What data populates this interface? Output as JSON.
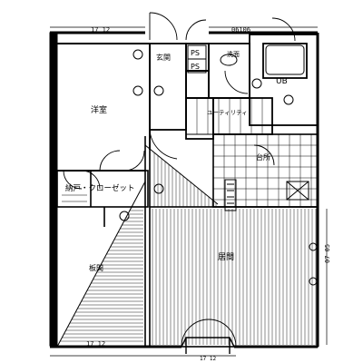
{
  "rooms": {
    "western_room": "洋室",
    "entrance": "玄関",
    "washroom": "洗面",
    "utility": "ユーティリティ",
    "kitchen": "台所",
    "walk_in_closet": "納戸・クローゼット",
    "living": "居間",
    "tatami": "板間"
  },
  "labels": {
    "pipe_space_1": "PS",
    "pipe_space_2": "PS",
    "unit_bath": "UB"
  },
  "dimensions": {
    "top_left": "17 12",
    "top_right": "06106",
    "bottom_left": "17 12",
    "bottom_center": "17 12",
    "right_side": "07 05"
  }
}
